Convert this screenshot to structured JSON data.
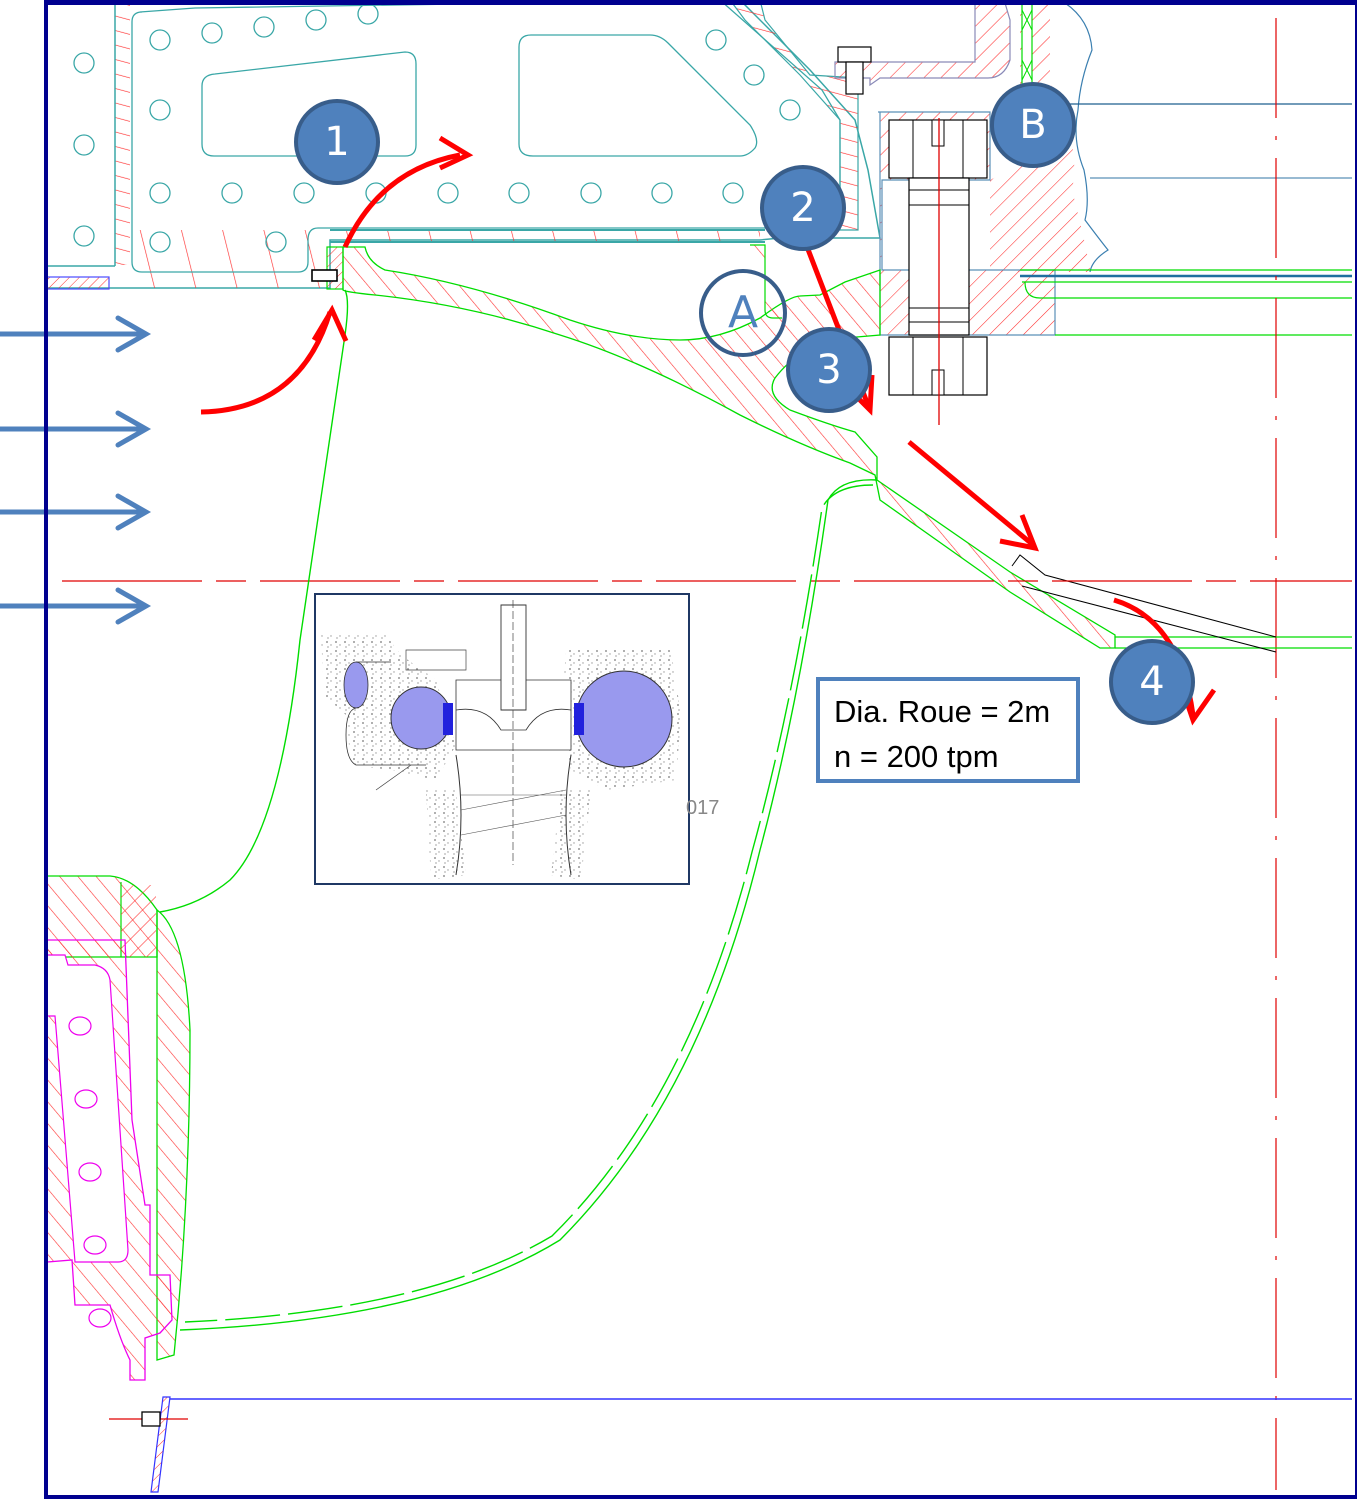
{
  "diagram": {
    "title": "Turbine runner cross-section with leakage flow paths",
    "colors": {
      "frame": "#00008f",
      "hatch": "#ff3030",
      "outline_green": "#00dd00",
      "outline_teal": "#3aa7a7",
      "outline_magenta": "#ee00ee",
      "badge_fill": "#4f81bd",
      "badge_border": "#385d8a",
      "flow_arrow_red": "#ff0000",
      "inflow_arrow_blue": "#4f81bd",
      "centerline": "#e00000"
    },
    "markers": [
      {
        "id": "1",
        "label": "1"
      },
      {
        "id": "2",
        "label": "2"
      },
      {
        "id": "3",
        "label": "3"
      },
      {
        "id": "4",
        "label": "4"
      },
      {
        "id": "B",
        "label": "B"
      }
    ],
    "detail_marker": {
      "id": "A",
      "label": "A"
    },
    "info_box": {
      "line1": "Dia. Roue = 2m",
      "line2": "n = 200 tpm"
    },
    "watermark_fragment": "017",
    "inflow_arrows_count": 4,
    "inset": {
      "description": "Francis turbine assembly overview sketch"
    }
  }
}
